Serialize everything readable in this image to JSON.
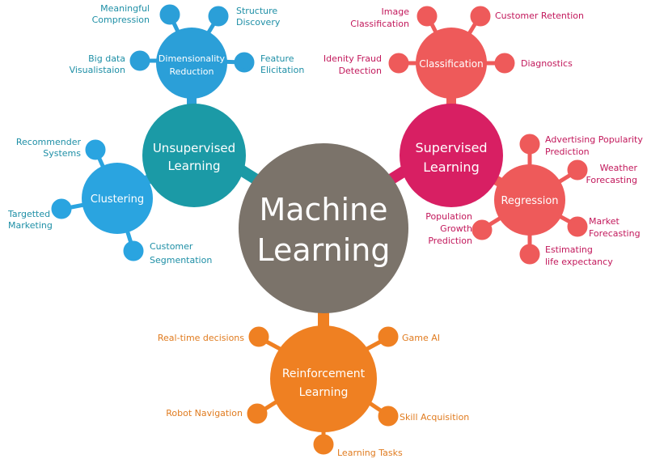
{
  "colors": {
    "center": "#7b736a",
    "unsupervised": "#1b9aa6",
    "dimensionality": "#2b9fd8",
    "clustering": "#2aa4e0",
    "supervised": "#d81f63",
    "classification": "#ee5a5a",
    "regression": "#ee5a5a",
    "reinforcement": "#ef8022",
    "unsupervised_text": "#1e8fa6",
    "supervised_text": "#c2185b",
    "reinforcement_text": "#e07b1f"
  },
  "center": {
    "line1": "Machine",
    "line2": "Learning"
  },
  "unsupervised": {
    "line1": "Unsupervised",
    "line2": "Learning",
    "dimensionality": {
      "line1": "Dimensionality",
      "line2": "Reduction",
      "leaves": [
        {
          "line1": "Meaningful",
          "line2": "Compression"
        },
        {
          "line1": "Structure",
          "line2": "Discovery"
        },
        {
          "line1": "Big data",
          "line2": "Visualistaion"
        },
        {
          "line1": "Feature",
          "line2": "Elicitation"
        }
      ]
    },
    "clustering": {
      "label": "Clustering",
      "leaves": [
        {
          "line1": "Recommender",
          "line2": "Systems"
        },
        {
          "line1": "Targetted",
          "line2": "Marketing"
        },
        {
          "line1": "Customer",
          "line2": "Segmentation"
        }
      ]
    }
  },
  "supervised": {
    "line1": "Supervised",
    "line2": "Learning",
    "classification": {
      "label": "Classification",
      "leaves": [
        {
          "line1": "Image",
          "line2": "Classification"
        },
        {
          "line1": "Customer Retention",
          "line2": ""
        },
        {
          "line1": "Idenity Fraud",
          "line2": "Detection"
        },
        {
          "line1": "Diagnostics",
          "line2": ""
        }
      ]
    },
    "regression": {
      "label": "Regression",
      "leaves": [
        {
          "line1": "Advertising Popularity",
          "line2": "Prediction"
        },
        {
          "line1": "Weather",
          "line2": "Forecasting"
        },
        {
          "line1": "Market",
          "line2": "Forecasting"
        },
        {
          "line1": "Estimating",
          "line2": "life expectancy"
        },
        {
          "line1": "Population",
          "line2": "Growth",
          "line3": "Prediction"
        }
      ]
    }
  },
  "reinforcement": {
    "line1": "Reinforcement",
    "line2": "Learning",
    "leaves": [
      {
        "label": "Real-time decisions"
      },
      {
        "label": "Game AI"
      },
      {
        "label": "Robot Navigation"
      },
      {
        "label": "Skill Acquisition"
      },
      {
        "label": "Learning Tasks"
      }
    ]
  }
}
